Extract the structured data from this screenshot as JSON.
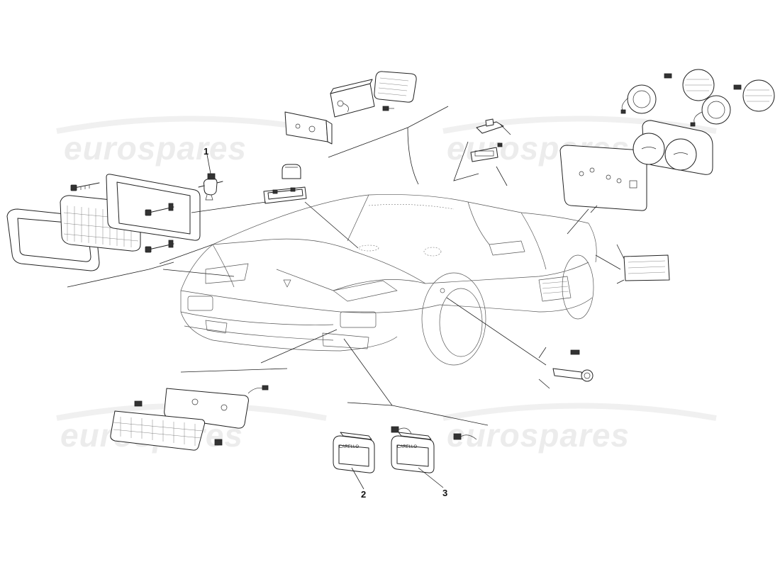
{
  "watermark": {
    "text": "eurospares",
    "color": "#ececec"
  },
  "callouts": [
    {
      "id": "1",
      "label": "1"
    },
    {
      "id": "2",
      "label": "2"
    },
    {
      "id": "3",
      "label": "3"
    }
  ],
  "part_markings": {
    "fog_lamp_left": "CARELLO",
    "fog_lamp_right": "CARELLO"
  },
  "icons": {
    "headlamp_assembly": "headlamp-assembly-icon",
    "bulb": "bulb-icon",
    "plate_lamp": "number-plate-lamp-icon",
    "tail_lamp": "tail-lamp-icon",
    "side_marker": "side-marker-lamp-icon",
    "indicator": "front-indicator-lamp-icon",
    "fog_lamp": "fog-lamp-icon",
    "car": "car-body-icon"
  }
}
